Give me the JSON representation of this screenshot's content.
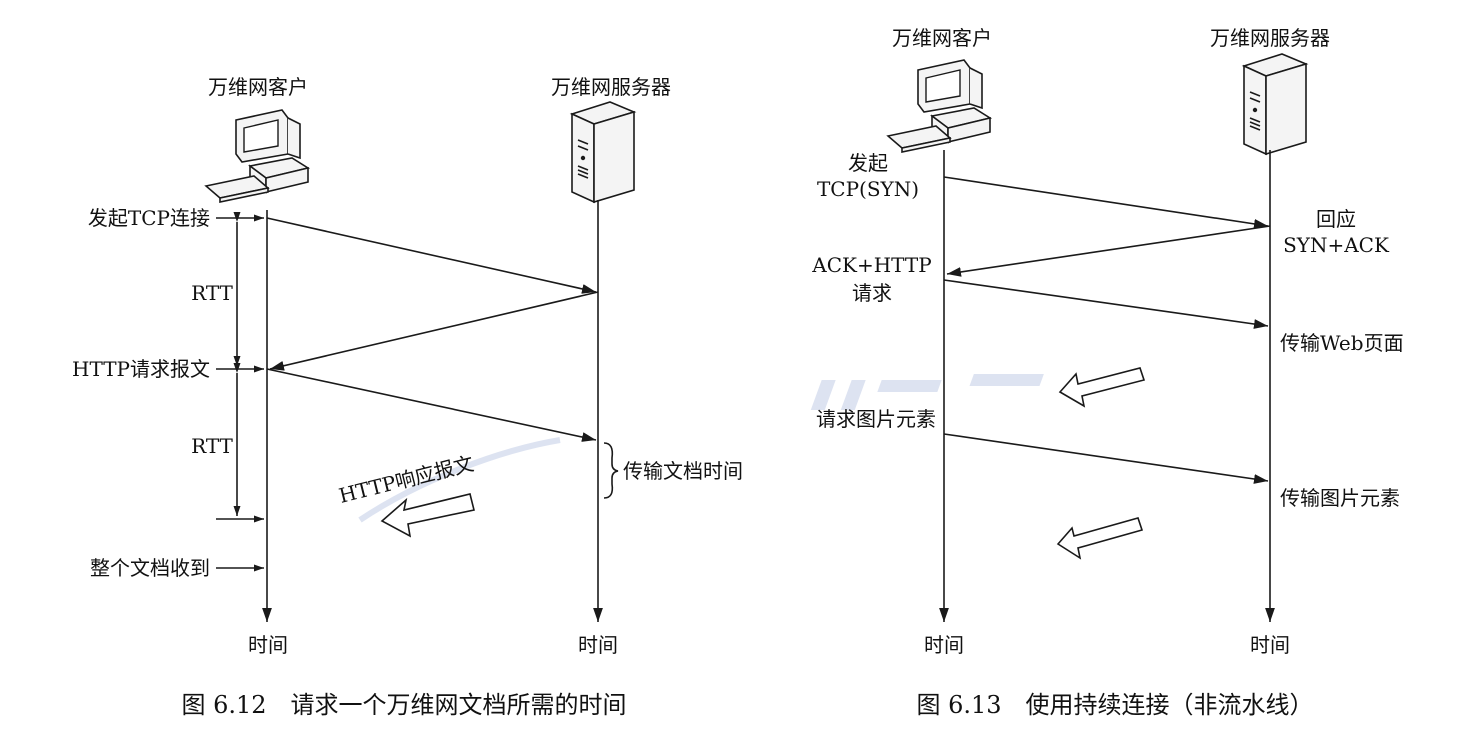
{
  "figure_left": {
    "client_label": "万维网客户",
    "server_label": "万维网服务器",
    "initiate_tcp": "发起TCP连接",
    "rtt_1": "RTT",
    "http_request": "HTTP请求报文",
    "rtt_2": "RTT",
    "http_response": "HTTP响应报文",
    "transfer_time": "传输文档时间",
    "doc_received": "整个文档收到",
    "time_client": "时间",
    "time_server": "时间",
    "caption": "图 6.12　请求一个万维网文档所需的时间"
  },
  "figure_right": {
    "client_label": "万维网客户",
    "server_label": "万维网服务器",
    "initiate_line1": "发起",
    "initiate_line2": "TCP(SYN)",
    "reply_line1": "回应",
    "reply_line2": "SYN+ACK",
    "ack_line1": "ACK+HTTP",
    "ack_line2": "请求",
    "transfer_web": "传输Web页面",
    "request_image": "请求图片元素",
    "transfer_image": "传输图片元素",
    "time_client": "时间",
    "time_server": "时间",
    "caption": "图 6.13　使用持续连接（非流水线）"
  },
  "icons": [
    "computer-icon",
    "server-icon"
  ],
  "colors": {
    "ink": "#1a1a1a",
    "background": "#ffffff"
  }
}
